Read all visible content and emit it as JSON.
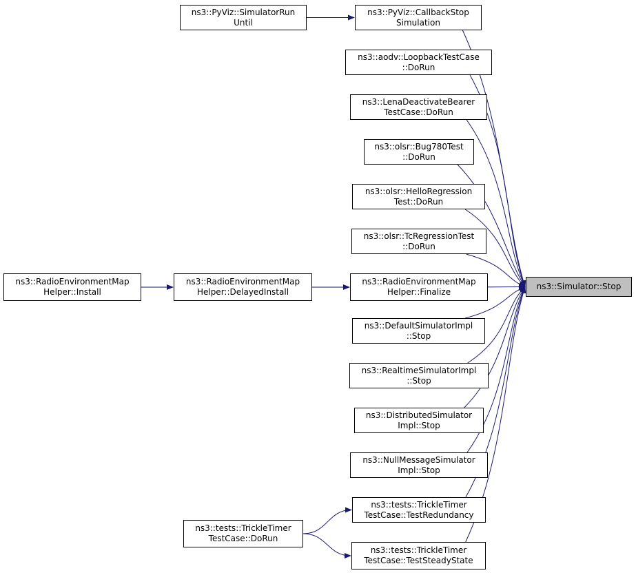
{
  "graph": {
    "edge_color": "#191970",
    "root_fill": "#bfbfbf",
    "nodes": [
      {
        "id": "stop",
        "lines": [
          "ns3::Simulator::Stop"
        ],
        "root": true
      },
      {
        "id": "cbstop",
        "lines": [
          "ns3::PyViz::CallbackStop",
          "Simulation"
        ]
      },
      {
        "id": "rununtil",
        "lines": [
          "ns3::PyViz::SimulatorRun",
          "Until"
        ]
      },
      {
        "id": "aodv",
        "lines": [
          "ns3::aodv::LoopbackTestCase",
          "::DoRun"
        ]
      },
      {
        "id": "lena",
        "lines": [
          "ns3::LenaDeactivateBearer",
          "TestCase::DoRun"
        ]
      },
      {
        "id": "bug780",
        "lines": [
          "ns3::olsr::Bug780Test",
          "::DoRun"
        ]
      },
      {
        "id": "hello",
        "lines": [
          "ns3::olsr::HelloRegression",
          "Test::DoRun"
        ]
      },
      {
        "id": "tcreg",
        "lines": [
          "ns3::olsr::TcRegressionTest",
          "::DoRun"
        ]
      },
      {
        "id": "finalize",
        "lines": [
          "ns3::RadioEnvironmentMap",
          "Helper::Finalize"
        ]
      },
      {
        "id": "delayed",
        "lines": [
          "ns3::RadioEnvironmentMap",
          "Helper::DelayedInstall"
        ]
      },
      {
        "id": "install",
        "lines": [
          "ns3::RadioEnvironmentMap",
          "Helper::Install"
        ]
      },
      {
        "id": "defimpl",
        "lines": [
          "ns3::DefaultSimulatorImpl",
          "::Stop"
        ]
      },
      {
        "id": "rtimpl",
        "lines": [
          "ns3::RealtimeSimulatorImpl",
          "::Stop"
        ]
      },
      {
        "id": "distimpl",
        "lines": [
          "ns3::DistributedSimulator",
          "Impl::Stop"
        ]
      },
      {
        "id": "nullmsg",
        "lines": [
          "ns3::NullMessageSimulator",
          "Impl::Stop"
        ]
      },
      {
        "id": "redund",
        "lines": [
          "ns3::tests::TrickleTimer",
          "TestCase::TestRedundancy"
        ]
      },
      {
        "id": "steady",
        "lines": [
          "ns3::tests::TrickleTimer",
          "TestCase::TestSteadyState"
        ]
      },
      {
        "id": "trickledorun",
        "lines": [
          "ns3::tests::TrickleTimer",
          "TestCase::DoRun"
        ]
      }
    ],
    "edges": [
      {
        "from": "cbstop",
        "to": "stop"
      },
      {
        "from": "rununtil",
        "to": "cbstop"
      },
      {
        "from": "aodv",
        "to": "stop"
      },
      {
        "from": "lena",
        "to": "stop"
      },
      {
        "from": "bug780",
        "to": "stop"
      },
      {
        "from": "hello",
        "to": "stop"
      },
      {
        "from": "tcreg",
        "to": "stop"
      },
      {
        "from": "finalize",
        "to": "stop"
      },
      {
        "from": "delayed",
        "to": "finalize"
      },
      {
        "from": "install",
        "to": "delayed"
      },
      {
        "from": "defimpl",
        "to": "stop"
      },
      {
        "from": "rtimpl",
        "to": "stop"
      },
      {
        "from": "distimpl",
        "to": "stop"
      },
      {
        "from": "nullmsg",
        "to": "stop"
      },
      {
        "from": "redund",
        "to": "stop"
      },
      {
        "from": "steady",
        "to": "stop"
      },
      {
        "from": "trickledorun",
        "to": "redund"
      },
      {
        "from": "trickledorun",
        "to": "steady"
      }
    ]
  }
}
